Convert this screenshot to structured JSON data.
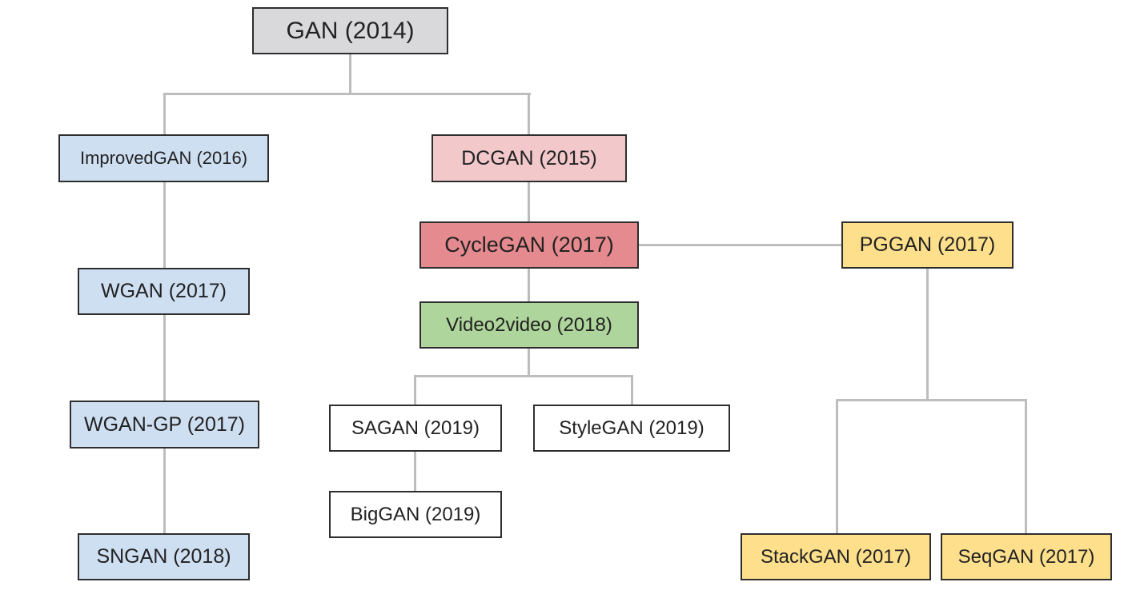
{
  "colors": {
    "root": "#d9d9db",
    "blue": "#cfdff2",
    "pink": "#f2c8cb",
    "red": "#e58a8f",
    "green": "#aed59b",
    "yellow": "#fddf8c",
    "white": "#ffffff",
    "line": "#bdbdbd",
    "border": "#2e2e2e"
  },
  "nodes": {
    "gan": "GAN (2014)",
    "improvedgan": "ImprovedGAN (2016)",
    "dcgan": "DCGAN (2015)",
    "wgan": "WGAN (2017)",
    "cyclegan": "CycleGAN (2017)",
    "pggan": "PGGAN (2017)",
    "video2video": "Video2video (2018)",
    "wgan_gp": "WGAN-GP (2017)",
    "sagan": "SAGAN (2019)",
    "stylegan": "StyleGAN (2019)",
    "biggan": "BigGAN (2019)",
    "sngan": "SNGAN (2018)",
    "stackgan": "StackGAN (2017)",
    "seqgan": "SeqGAN (2017)"
  }
}
